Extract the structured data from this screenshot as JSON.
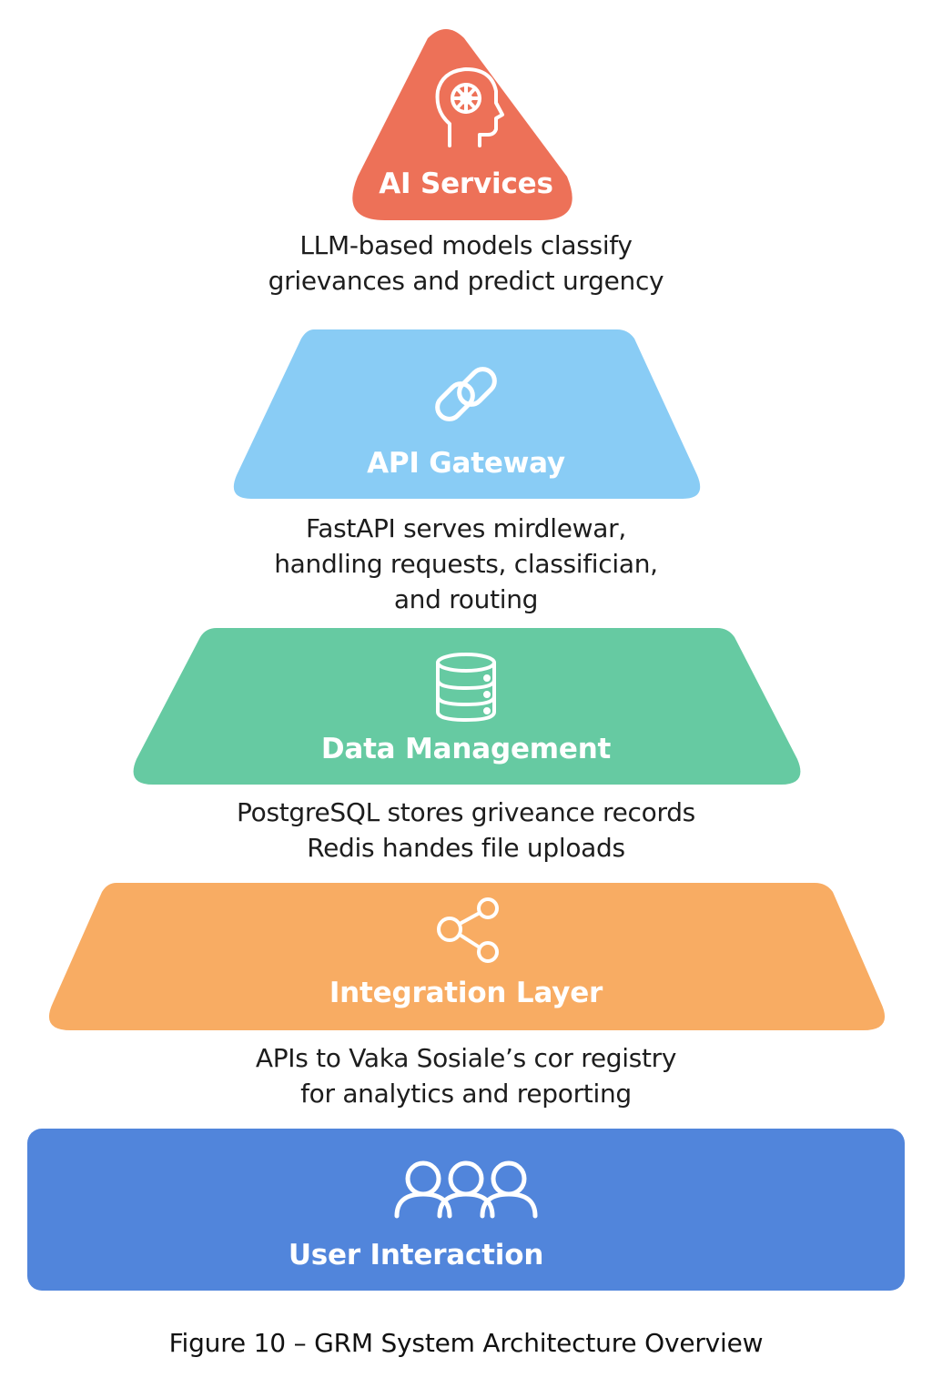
{
  "colors": {
    "ai_services": "#ED7158",
    "api_gateway": "#89CCF5",
    "data_management": "#66CAA2",
    "integration_layer": "#F8AC63",
    "user_interaction": "#5185DB",
    "text": "#1d1d1d"
  },
  "layers": [
    {
      "title": "AI Services",
      "icon": "brain-head-icon",
      "description": [
        "LLM-based models classify",
        "grievances and predict urgency"
      ]
    },
    {
      "title": "API Gateway",
      "icon": "link-icon",
      "description": [
        "FastAPI serves mirdlewar,",
        "handling requests, classifician,",
        "and routing"
      ]
    },
    {
      "title": "Data Management",
      "icon": "database-icon",
      "description": [
        "PostgreSQL stores griveance records",
        "Redis handes file uploads"
      ]
    },
    {
      "title": "Integration Layer",
      "icon": "share-icon",
      "description": [
        "APIs to Vaka Sosiale’s cor registry",
        "for analytics and reporting"
      ]
    },
    {
      "title": "User Interaction",
      "icon": "users-icon",
      "description": []
    }
  ],
  "caption": "Figure 10 – GRM System Architecture Overview"
}
